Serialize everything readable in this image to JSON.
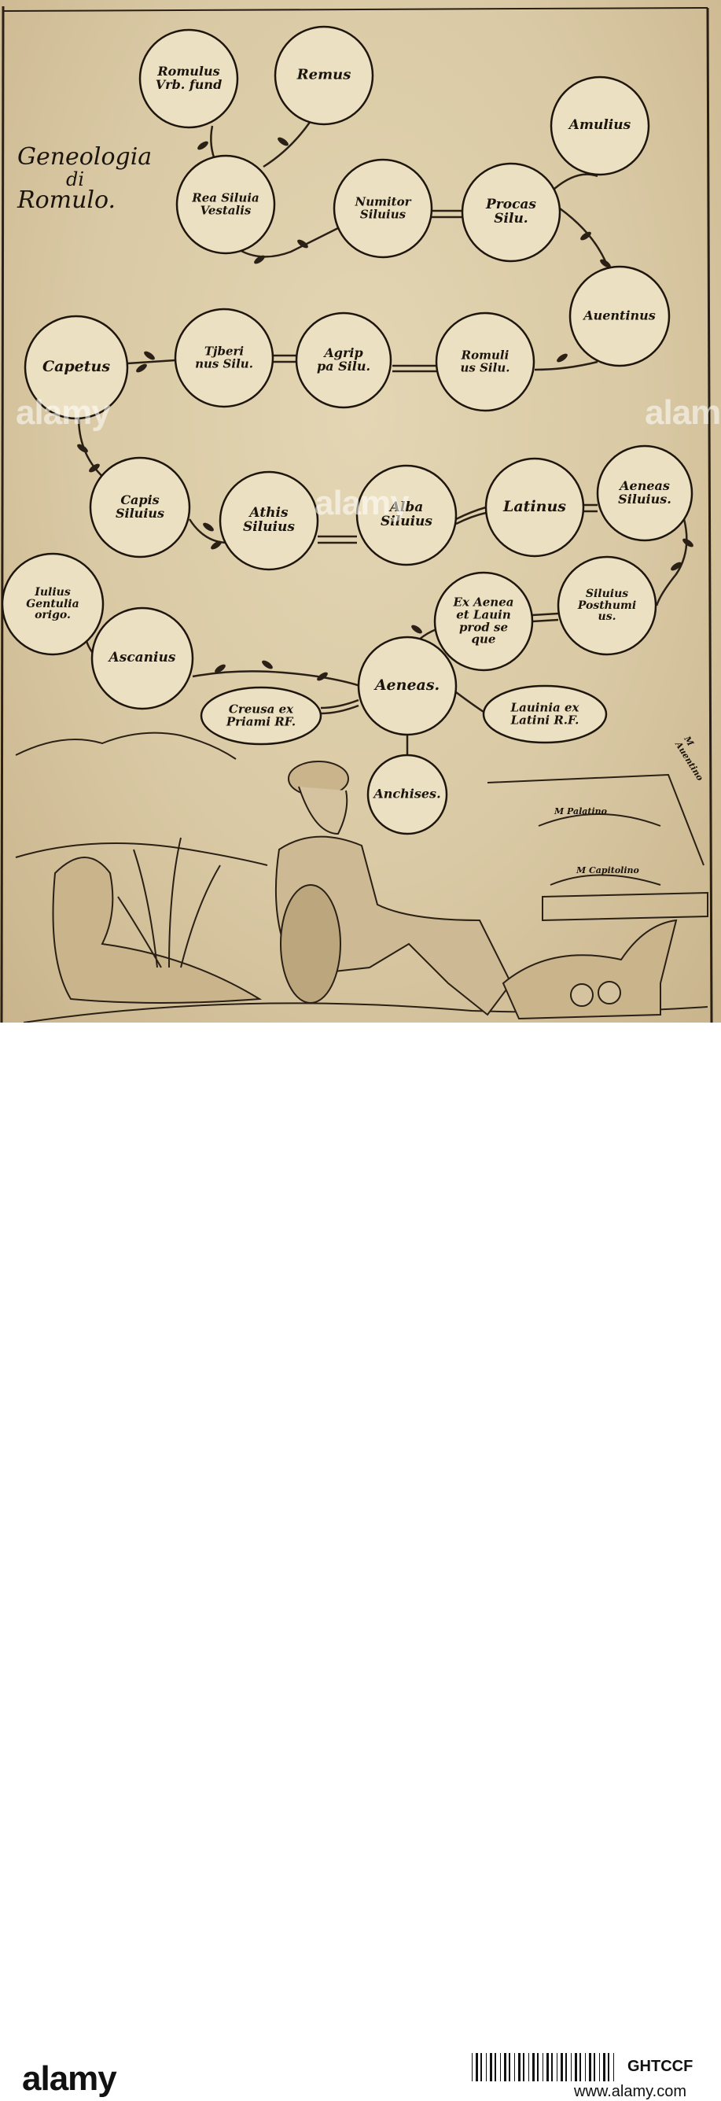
{
  "title": {
    "lines": [
      "Geneologia",
      "di",
      "Romulo."
    ]
  },
  "nodes": {
    "romulus": "Romulus\nVrb. fund",
    "remus": "Remus",
    "amulius": "Amulius",
    "rea_silvia": "Rea Siluia\nVestalis",
    "numitor": "Numitor\nSiluius",
    "procas": "Procas\nSilu.",
    "aventinus": "Auentinus",
    "capetus": "Capetus",
    "tiberinus": "Tjberi\nnus Silu.",
    "agrippa": "Agrip\npa Silu.",
    "romulius": "Romuli\nus Silu.",
    "capis": "Capis\nSiluius",
    "athis": "Athis\nSiluius",
    "alba": "Alba\nSiluius",
    "latinus": "Latinus",
    "aeneas_silvius": "Aeneas\nSiluius.",
    "julius": "Iulius\nGentulia\norigo.",
    "ex_aenea": "Ex Aenea\net Lauin\nprod se\nque",
    "silvius_posthumus": "Siluius\nPosthumi\nus.",
    "ascanius": "Ascanius",
    "aeneas": "Aeneas.",
    "creusa": "Creusa ex\nPriami RF.",
    "lavinia": "Lauinia ex\nLatini R.F.",
    "anchises": "Anchises."
  },
  "scene": {
    "palatino": "M Palatino",
    "capitolino": "M Capitolino",
    "aventino": "M Auentino"
  },
  "footer": {
    "brand": "alamy",
    "image_id": "GHTCCF",
    "url": "www.alamy.com"
  },
  "watermark": "alamy",
  "colors": {
    "ink": "#1a140c",
    "paper": "#ddcda8"
  }
}
